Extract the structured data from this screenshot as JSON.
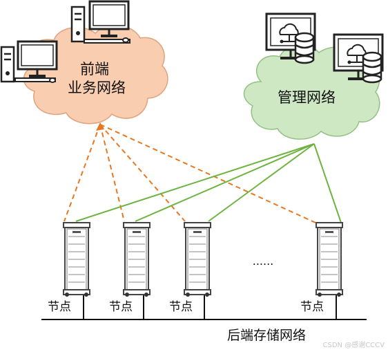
{
  "clouds": {
    "frontend": {
      "line1": "前端",
      "line2": "业务网络",
      "fill": "#f9cdb0",
      "stroke": "#e0a27c"
    },
    "management": {
      "label": "管理网络",
      "fill": "#cfe8c4",
      "stroke": "#92c083"
    }
  },
  "nodes": [
    {
      "label": "节点"
    },
    {
      "label": "节点"
    },
    {
      "label": "节点"
    },
    {
      "label": "节点"
    }
  ],
  "ellipsis": "......",
  "storage_network": {
    "label": "后端存储网络"
  },
  "link_colors": {
    "frontend": "#e87722",
    "management": "#6db33f"
  },
  "watermark": "CSDN @感谢CCCV"
}
